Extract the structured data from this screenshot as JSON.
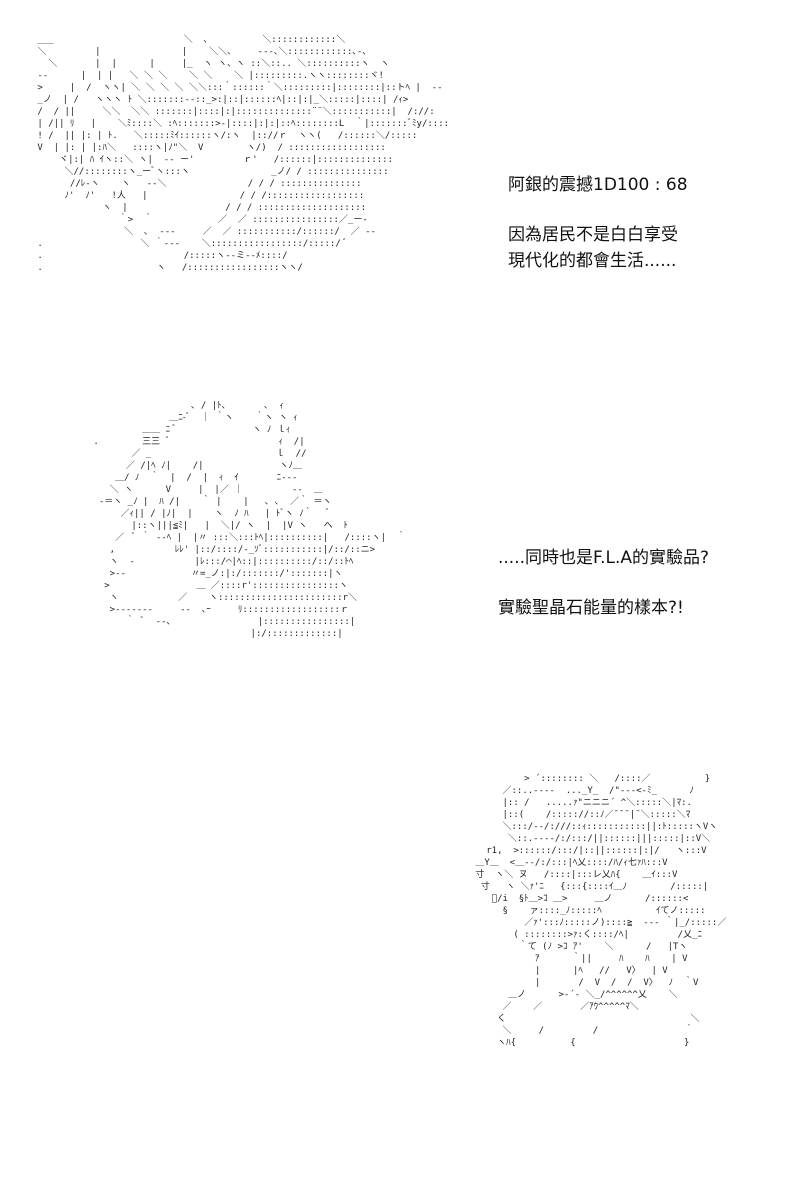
{
  "panel_1": {
    "caption_line_1": "阿銀的震撼1D100 : 68",
    "caption_line_2": "因為居民不是白白享受",
    "caption_line_3": "現代化的都會生活......"
  },
  "panel_2": {
    "caption_line_1": ".....同時也是F.L.A的實驗品?",
    "caption_line_2": "實驗聖晶石能量的樣本?!"
  },
  "panel_3": {}
}
